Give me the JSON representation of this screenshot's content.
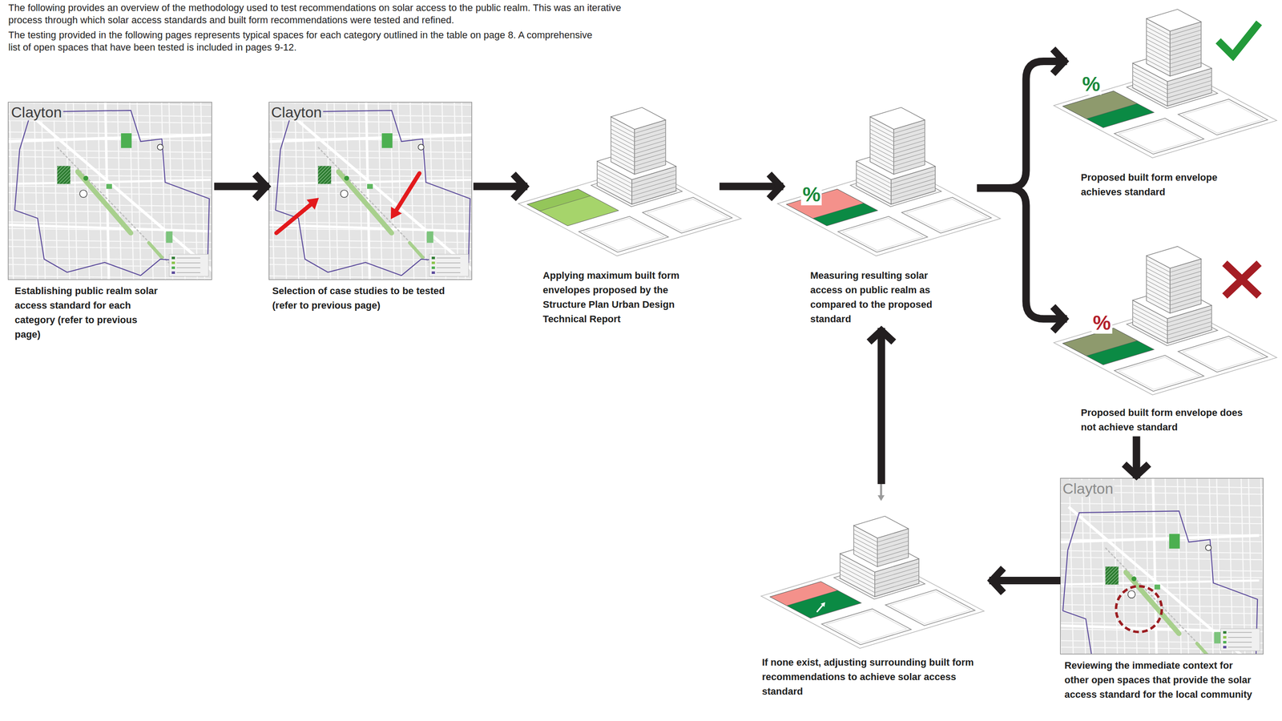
{
  "diagram": {
    "nodes": [
      {
        "text": [
          "Clayton",
          "Establishing public realm solar access standard for each category (refer to previous page)"
        ]
      },
      {
        "text": [
          "Clayton",
          "Selection of case studies to be tested (refer to previous page)"
        ]
      },
      {
        "text": [
          "Applying maximum built form envelopes proposed by the Structure Plan Urban Design Technical Report"
        ]
      },
      {
        "text": [
          "%",
          "Measuring resulting solar access on public realm as compared to the proposed standard"
        ]
      },
      {
        "text": [
          "%",
          "Proposed built form envelope achieves standard"
        ]
      },
      {
        "text": [
          "%",
          "Proposed built form envelope does not achieve standard"
        ]
      },
      {
        "text": [
          "Clayton",
          "Reviewing the immediate context for other open spaces that provide the solar access standard for the local community"
        ]
      },
      {
        "text": [
          "If none exist, adjusting surrounding built form recommendations to achieve solar access standard"
        ]
      }
    ],
    "edges": [
      {
        "from": 0,
        "to": 1,
        "arrow": "to"
      },
      {
        "from": 1,
        "to": 2,
        "arrow": "to"
      },
      {
        "from": 2,
        "to": 3,
        "arrow": "to"
      },
      {
        "from": 3,
        "to": 4,
        "arrow": "to"
      },
      {
        "from": 3,
        "to": 5,
        "arrow": "to"
      },
      {
        "from": 5,
        "to": 6,
        "arrow": "to"
      },
      {
        "from": 6,
        "to": 7,
        "arrow": "to"
      },
      {
        "from": 7,
        "to": 3,
        "arrow": "to"
      }
    ],
    "labels": [
      "The following provides an overview of the methodology used to test recommendations on solar access to the public realm. This was an iterative process through which solar access standards and built form recommendations were tested and refined.",
      "The testing provided in the following pages represents typical spaces for each category outlined in the table on page 8. A comprehensive list of open spaces that have been tested is included in pages 9-12."
    ]
  }
}
